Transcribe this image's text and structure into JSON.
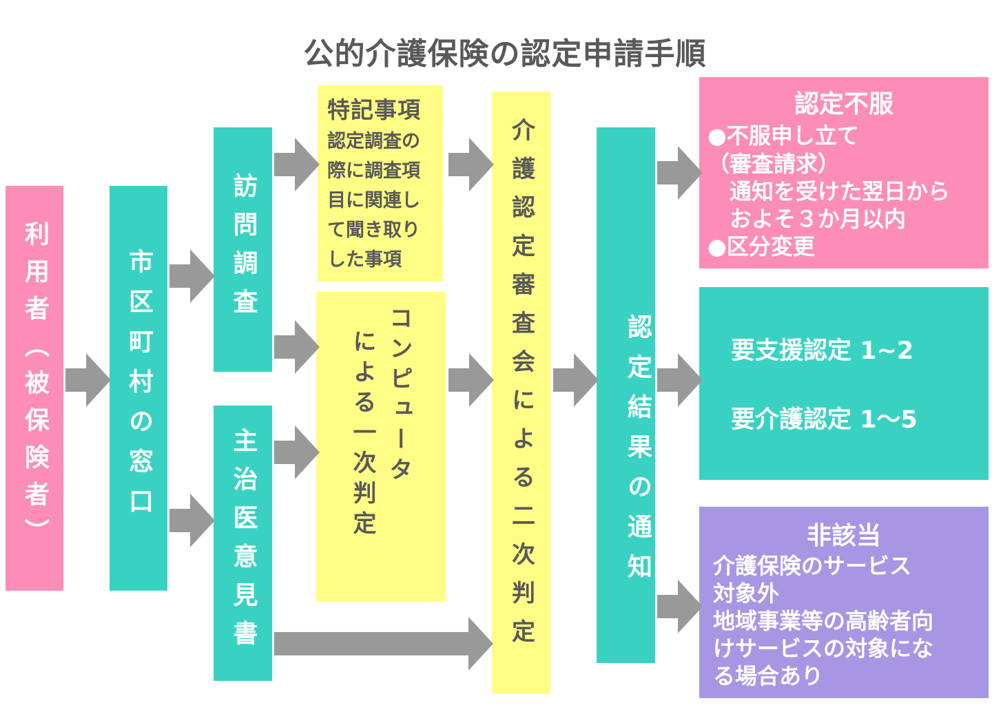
{
  "title": "公的介護保険の認定申請手順",
  "boxes": {
    "user": "利用者（被保険者）",
    "window": "市区町村の窓口",
    "visit": "訪問調査",
    "doctor": "主治医意見書",
    "notes_title": "特記事項",
    "notes_lines": [
      "認定調査の",
      "際に調査項",
      "目に関連し",
      "て聞き取り",
      "した事項"
    ],
    "computer_col1": "コンピュータ",
    "computer_col2": "による一次判定",
    "committee_col1": "介護認定審査会",
    "committee_col2": "による二次判定",
    "result": "認定結果の通知"
  },
  "outcomes": {
    "dissatisfaction": {
      "title": "認定不服",
      "lines": [
        "●不服申し立て",
        "（審査請求）",
        "通知を受けた翌日から",
        "およそ３か月以内",
        "●区分変更"
      ]
    },
    "certified": {
      "lines": [
        "要支援認定 1~2",
        "要介護認定 1～5"
      ]
    },
    "not_applicable": {
      "title": "非該当",
      "lines": [
        "介護保険のサービス",
        "対象外",
        "地域事業等の高齢者向",
        "けサービスの対象にな",
        "る場合あり"
      ]
    }
  },
  "colors": {
    "pink": "#fc8db7",
    "teal": "#39d2c2",
    "yellow": "#fffd85",
    "purple": "#a696e4",
    "arrow": "#999999",
    "text_gray": "#595959"
  }
}
